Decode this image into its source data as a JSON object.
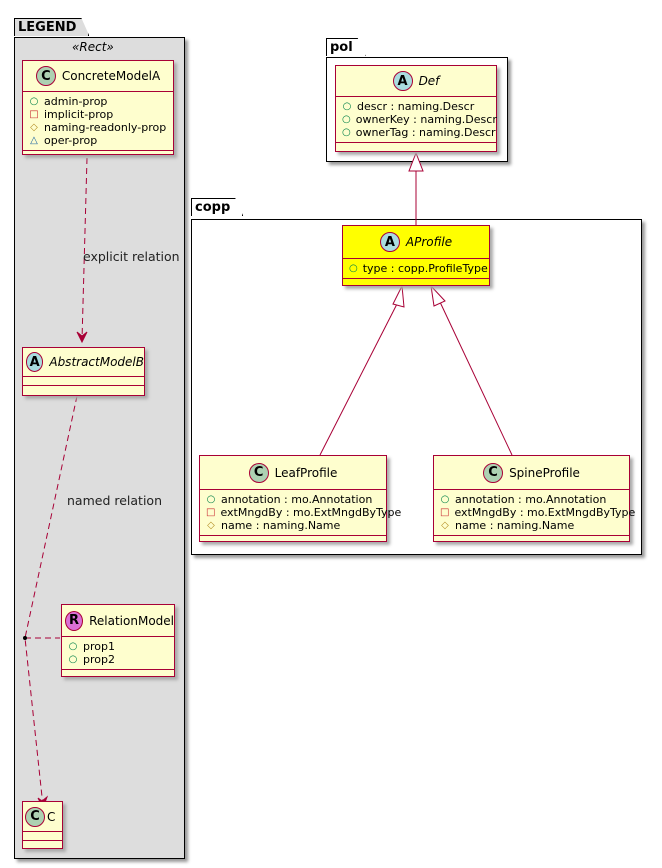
{
  "packages": {
    "legend": {
      "name": "LEGEND",
      "stereotype": "«Rect»"
    },
    "pol": {
      "name": "pol"
    },
    "copp": {
      "name": "copp"
    }
  },
  "classes": {
    "concrete_model_a": {
      "kind": "C",
      "name": "ConcreteModelA",
      "attributes": [
        {
          "visibility": "public",
          "symbol": "○",
          "text": "admin-prop"
        },
        {
          "visibility": "private",
          "symbol": "□",
          "text": "implicit-prop"
        },
        {
          "visibility": "protected",
          "symbol": "◇",
          "text": "naming-readonly-prop"
        },
        {
          "visibility": "package",
          "symbol": "△",
          "text": "oper-prop"
        }
      ]
    },
    "abstract_model_b": {
      "kind": "A",
      "name": "AbstractModelB",
      "attributes": []
    },
    "relation_model": {
      "kind": "R",
      "name": "RelationModel",
      "attributes": [
        {
          "visibility": "public",
          "symbol": "○",
          "text": "prop1"
        },
        {
          "visibility": "public",
          "symbol": "○",
          "text": "prop2"
        }
      ]
    },
    "c": {
      "kind": "C",
      "name": "C",
      "attributes": []
    },
    "def": {
      "kind": "A",
      "name": "Def",
      "attributes": [
        {
          "visibility": "public",
          "symbol": "○",
          "text": "descr : naming.Descr"
        },
        {
          "visibility": "public",
          "symbol": "○",
          "text": "ownerKey : naming.Descr"
        },
        {
          "visibility": "public",
          "symbol": "○",
          "text": "ownerTag : naming.Descr"
        }
      ]
    },
    "aprofile": {
      "kind": "A",
      "name": "AProfile",
      "highlight": "#ffff00",
      "attributes": [
        {
          "visibility": "public",
          "symbol": "○",
          "text": "type : copp.ProfileType"
        }
      ]
    },
    "leaf_profile": {
      "kind": "C",
      "name": "LeafProfile",
      "attributes": [
        {
          "visibility": "public",
          "symbol": "○",
          "text": "annotation : mo.Annotation"
        },
        {
          "visibility": "private",
          "symbol": "□",
          "text": "extMngdBy : mo.ExtMngdByType"
        },
        {
          "visibility": "protected",
          "symbol": "◇",
          "text": "name : naming.Name"
        }
      ]
    },
    "spine_profile": {
      "kind": "C",
      "name": "SpineProfile",
      "attributes": [
        {
          "visibility": "public",
          "symbol": "○",
          "text": "annotation : mo.Annotation"
        },
        {
          "visibility": "private",
          "symbol": "□",
          "text": "extMngdBy : mo.ExtMngdByType"
        },
        {
          "visibility": "protected",
          "symbol": "◇",
          "text": "name : naming.Name"
        }
      ]
    }
  },
  "relations": {
    "explicit": {
      "label": "explicit relation",
      "from": "ConcreteModelA",
      "to": "AbstractModelB",
      "style": "dashed-arrow"
    },
    "named": {
      "label": "named relation",
      "from": "AbstractModelB",
      "to": "C",
      "style": "dashed-arrow",
      "association_class": "RelationModel"
    },
    "inheritance": [
      {
        "from": "AProfile",
        "to": "Def"
      },
      {
        "from": "LeafProfile",
        "to": "AProfile"
      },
      {
        "from": "SpineProfile",
        "to": "AProfile"
      }
    ]
  },
  "colors": {
    "border": "#a80036",
    "class_bg": "#fefece",
    "legend_bg": "#dddddd",
    "highlight": "#ffff00"
  }
}
